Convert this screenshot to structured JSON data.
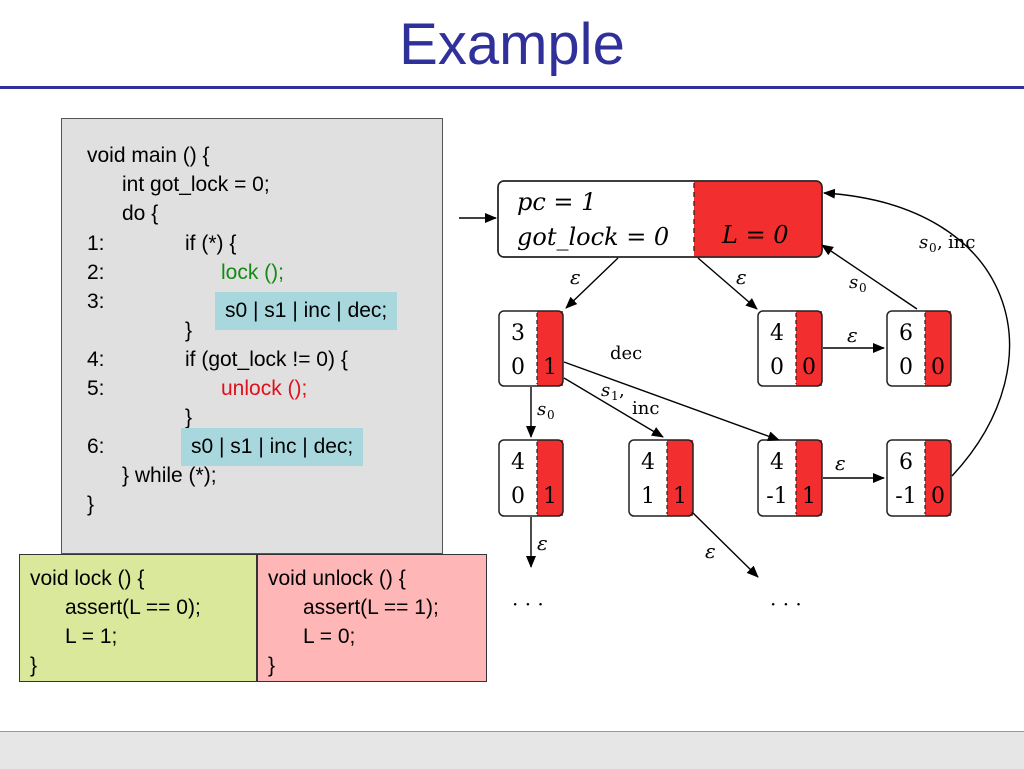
{
  "slide": {
    "title": "Example"
  },
  "code": {
    "lines": [
      "void main () {",
      "int got_lock = 0;",
      "do {",
      "1:",
      "if (*) {",
      "2:",
      "lock ();",
      "3:",
      "}",
      "4:",
      "if (got_lock != 0) {",
      "5:",
      "unlock ();",
      "}",
      "6:",
      "} while (*);",
      "}"
    ],
    "overlay_label": "s0 | s1 | inc | dec;",
    "colors": {
      "lock_call": "#138a13",
      "unlock_call": "#e0101a",
      "panel_bg": "#e0e0e0"
    }
  },
  "functions": {
    "lock": {
      "line1": "void lock () {",
      "line2": "assert(L == 0);",
      "line3": "L = 1;",
      "line4": "}"
    },
    "unlock": {
      "line1": "void unlock () {",
      "line2": "assert(L == 1);",
      "line3": "L = 0;",
      "line4": "}"
    }
  },
  "graph": {
    "root": {
      "pc_label": "pc = 1",
      "got_lock_label": "got_lock = 0",
      "L_label": "L = 0"
    },
    "nodes": [
      {
        "id": "n30",
        "top": "3",
        "bottom": "0",
        "L": "1"
      },
      {
        "id": "n40a",
        "top": "4",
        "bottom": "0",
        "L": "0"
      },
      {
        "id": "n60a",
        "top": "6",
        "bottom": "0",
        "L": "0"
      },
      {
        "id": "n401",
        "top": "4",
        "bottom": "0",
        "L": "1"
      },
      {
        "id": "n411",
        "top": "4",
        "bottom": "1",
        "L": "1"
      },
      {
        "id": "n4m1",
        "top": "4",
        "bottom": "-1",
        "L": "1"
      },
      {
        "id": "n6m1",
        "top": "6",
        "bottom": "-1",
        "L": "0"
      }
    ],
    "edge_labels": {
      "eps": "ε",
      "s0": "s",
      "s0_sub": "0",
      "s1": "s",
      "s1_sub": "1",
      "comma": ",",
      "inc": "inc",
      "dec": "dec"
    },
    "ellipsis": "· · ·",
    "colors": {
      "lock_fill": "#f22e2e",
      "node_border": "#222222"
    }
  }
}
